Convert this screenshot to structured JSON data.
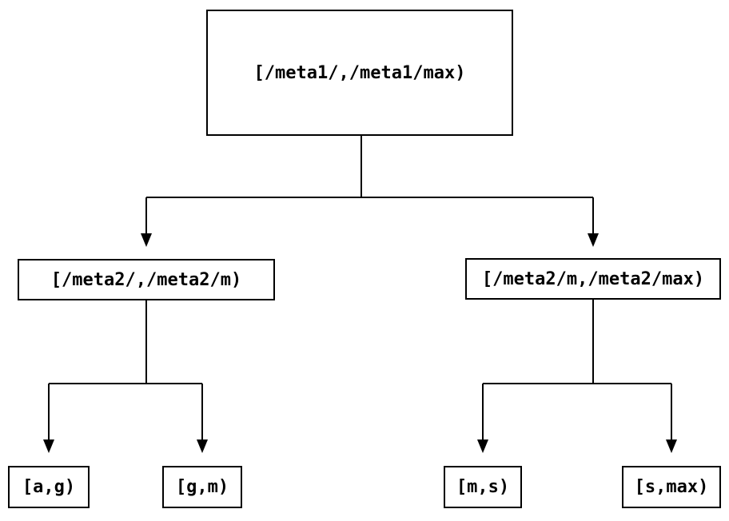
{
  "diagram": {
    "nodes": {
      "root": {
        "label": "[/meta1/,/meta1/max)"
      },
      "left": {
        "label": "[/meta2/,/meta2/m)"
      },
      "right": {
        "label": "[/meta2/m,/meta2/max)"
      },
      "leaf_ag": {
        "label": "[a,g)"
      },
      "leaf_gm": {
        "label": "[g,m)"
      },
      "leaf_ms": {
        "label": "[m,s)"
      },
      "leaf_smax": {
        "label": "[s,max)"
      }
    },
    "colors": {
      "line": "#000000",
      "box_border": "#000000",
      "box_fill": "#ffffff",
      "background": "#ffffff"
    }
  }
}
